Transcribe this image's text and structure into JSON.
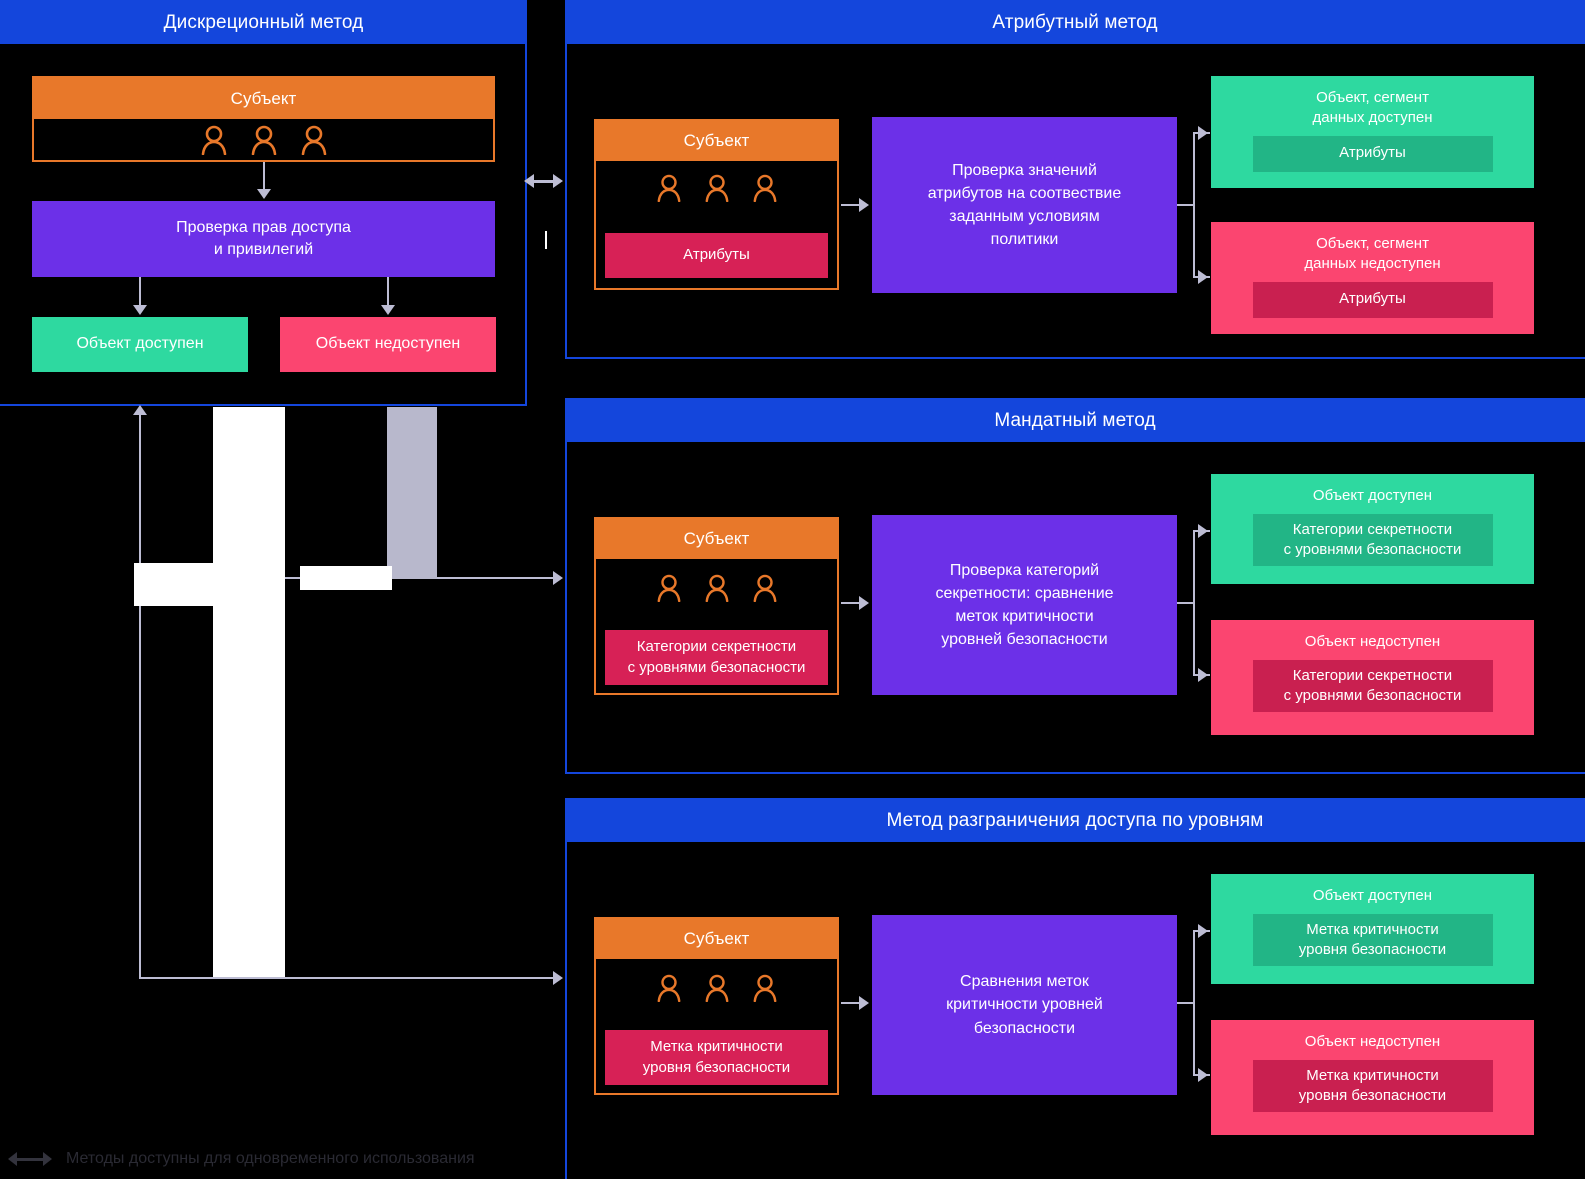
{
  "colors": {
    "header_blue": "#1446DC",
    "subject_orange": "#E8782A",
    "process_purple": "#6C30E8",
    "available_green": "#2ED9A0",
    "denied_pink": "#FB4570",
    "tag_crimson": "#D72156",
    "inner_green": "#22B586",
    "inner_pink": "#C92050",
    "connector_gray": "#BDBDD4",
    "background": "#000000"
  },
  "common": {
    "subject_label": "Субъект",
    "person_icon": "person-icon"
  },
  "panels": [
    {
      "id": "discretionary",
      "title": "Дискреционный метод",
      "subject": {
        "label": "Субъект",
        "people": 3
      },
      "process": "Проверка прав доступа\nи привилегий",
      "process_lines": [
        "Проверка прав доступа",
        "и привилегий"
      ],
      "outcomes": [
        {
          "label": "Объект доступен",
          "kind": "available"
        },
        {
          "label": "Объект недоступен",
          "kind": "denied"
        }
      ]
    },
    {
      "id": "attribute",
      "title": "Атрибутный метод",
      "subject": {
        "label": "Субъект",
        "people": 3,
        "tag": "Атрибуты"
      },
      "process_lines": [
        "Проверка значений",
        "атрибутов на соотвествие",
        "заданным условиям",
        "политики"
      ],
      "outcomes": [
        {
          "title_lines": [
            "Объект, сегмент",
            "данных доступен"
          ],
          "inner_lines": [
            "Атрибуты"
          ],
          "kind": "available"
        },
        {
          "title_lines": [
            "Объект, сегмент",
            "данных недоступен"
          ],
          "inner_lines": [
            "Атрибуты"
          ],
          "kind": "denied"
        }
      ]
    },
    {
      "id": "mandatory",
      "title": "Мандатный метод",
      "subject": {
        "label": "Субъект",
        "people": 3,
        "tag_lines": [
          "Категории секретности",
          "с уровнями безопасности"
        ]
      },
      "process_lines": [
        "Проверка категорий",
        "секретности: сравнение",
        "меток критичности",
        "уровней безопасности"
      ],
      "outcomes": [
        {
          "title_lines": [
            "Объект доступен"
          ],
          "inner_lines": [
            "Категории секретности",
            "с уровнями безопасности"
          ],
          "kind": "available"
        },
        {
          "title_lines": [
            "Объект недоступен"
          ],
          "inner_lines": [
            "Категории секретности",
            "с уровнями безопасности"
          ],
          "kind": "denied"
        }
      ]
    },
    {
      "id": "levels",
      "title": "Метод разграничения доступа по уровням",
      "subject": {
        "label": "Субъект",
        "people": 3,
        "tag_lines": [
          "Метка критичности",
          "уровня безопасности"
        ]
      },
      "process_lines": [
        "Сравнения меток",
        "критичности уровней",
        "безопасности"
      ],
      "outcomes": [
        {
          "title_lines": [
            "Объект доступен"
          ],
          "inner_lines": [
            "Метка критичности",
            "уровня безопасности"
          ],
          "kind": "available"
        },
        {
          "title_lines": [
            "Объект недоступен"
          ],
          "inner_lines": [
            "Метка критичности",
            "уровня безопасности"
          ],
          "kind": "denied"
        }
      ]
    }
  ],
  "p1": {
    "title": "Дискреционный метод",
    "subject_label": "Субъект",
    "process_l1": "Проверка прав доступа",
    "process_l2": "и привилегий",
    "out_available": "Объект доступен",
    "out_denied": "Объект недоступен"
  },
  "p2": {
    "title": "Атрибутный метод",
    "subject_label": "Субъект",
    "subject_tag": "Атрибуты",
    "process_l1": "Проверка значений",
    "process_l2": "атрибутов на соотвествие",
    "process_l3": "заданным условиям",
    "process_l4": "политики",
    "green_t1": "Объект, сегмент",
    "green_t2": "данных доступен",
    "green_inner": "Атрибуты",
    "pink_t1": "Объект, сегмент",
    "pink_t2": "данных недоступен",
    "pink_inner": "Атрибуты"
  },
  "p3": {
    "title": "Мандатный метод",
    "subject_label": "Субъект",
    "tag_l1": "Категории секретности",
    "tag_l2": "с уровнями безопасности",
    "process_l1": "Проверка категорий",
    "process_l2": "секретности: сравнение",
    "process_l3": "меток критичности",
    "process_l4": "уровней безопасности",
    "green_title": "Объект доступен",
    "green_i1": "Категории секретности",
    "green_i2": "с уровнями безопасности",
    "pink_title": "Объект недоступен",
    "pink_i1": "Категории секретности",
    "pink_i2": "с уровнями безопасности"
  },
  "p4": {
    "title": "Метод разграничения доступа по уровням",
    "subject_label": "Субъект",
    "tag_l1": "Метка критичности",
    "tag_l2": "уровня безопасности",
    "process_l1": "Сравнения меток",
    "process_l2": "критичности уровней",
    "process_l3": "безопасности",
    "green_title": "Объект доступен",
    "green_i1": "Метка критичности",
    "green_i2": "уровня безопасности",
    "pink_title": "Объект недоступен",
    "pink_i1": "Метка критичности",
    "pink_i2": "уровня безопасности"
  },
  "legend": {
    "label": "Методы доступны для одновременного использования",
    "arrow_icon": "double-arrow-icon"
  }
}
